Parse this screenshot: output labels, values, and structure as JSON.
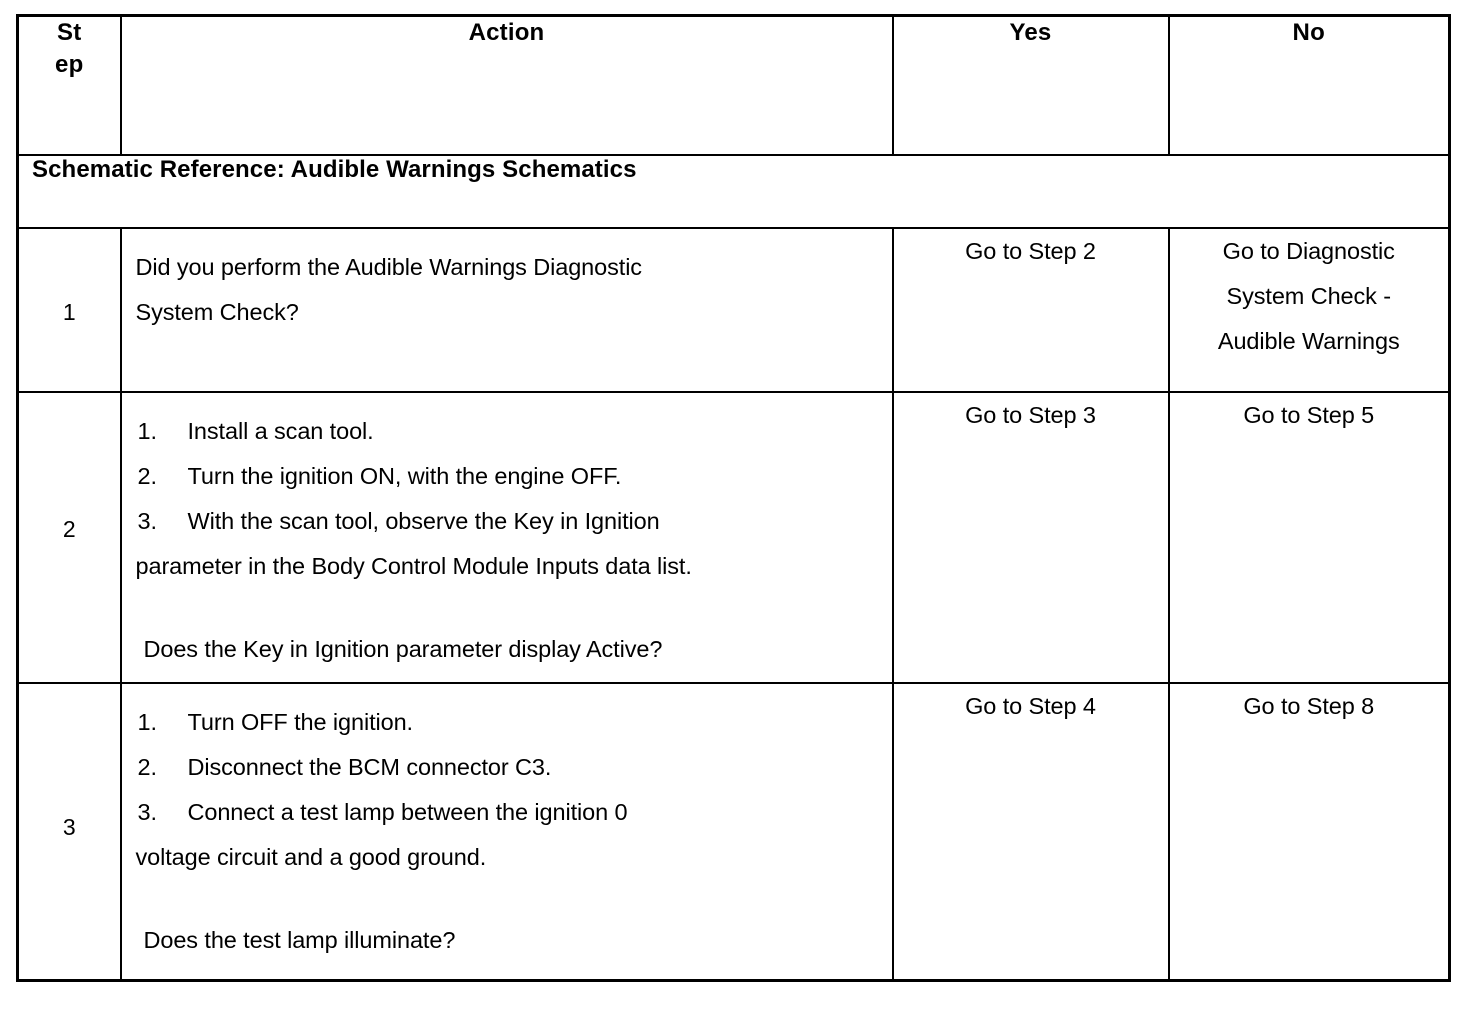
{
  "table": {
    "headers": {
      "step_line1": "St",
      "step_line2": "ep",
      "action": "Action",
      "yes": "Yes",
      "no": "No"
    },
    "schematic_reference": "Schematic Reference: Audible Warnings Schematics",
    "rows": [
      {
        "step": "1",
        "action_lines": [
          "Did you perform the Audible Warnings Diagnostic",
          "System Check?"
        ],
        "yes": "Go to Step 2",
        "no_lines": [
          "Go to Diagnostic",
          "System Check -",
          "Audible Warnings"
        ]
      },
      {
        "step": "2",
        "items": [
          {
            "num": "1.",
            "text": "Install a scan tool."
          },
          {
            "num": "2.",
            "text": "Turn the ignition ON, with the engine OFF."
          },
          {
            "num": "3.",
            "text": "With the scan tool, observe the Key in Ignition"
          }
        ],
        "continuation": "parameter in the Body Control Module Inputs data list.",
        "question": "Does the Key in Ignition parameter display Active?",
        "yes": "Go to Step 3",
        "no": "Go to Step 5"
      },
      {
        "step": "3",
        "items": [
          {
            "num": "1.",
            "text": "Turn OFF the ignition."
          },
          {
            "num": "2.",
            "text": "Disconnect the BCM connector C3."
          },
          {
            "num": "3.",
            "text": "Connect a test lamp between the ignition 0"
          }
        ],
        "continuation": "voltage circuit and a good ground.",
        "question": "Does the test lamp illuminate?",
        "yes": "Go to Step 4",
        "no": "Go to Step 8"
      }
    ]
  }
}
